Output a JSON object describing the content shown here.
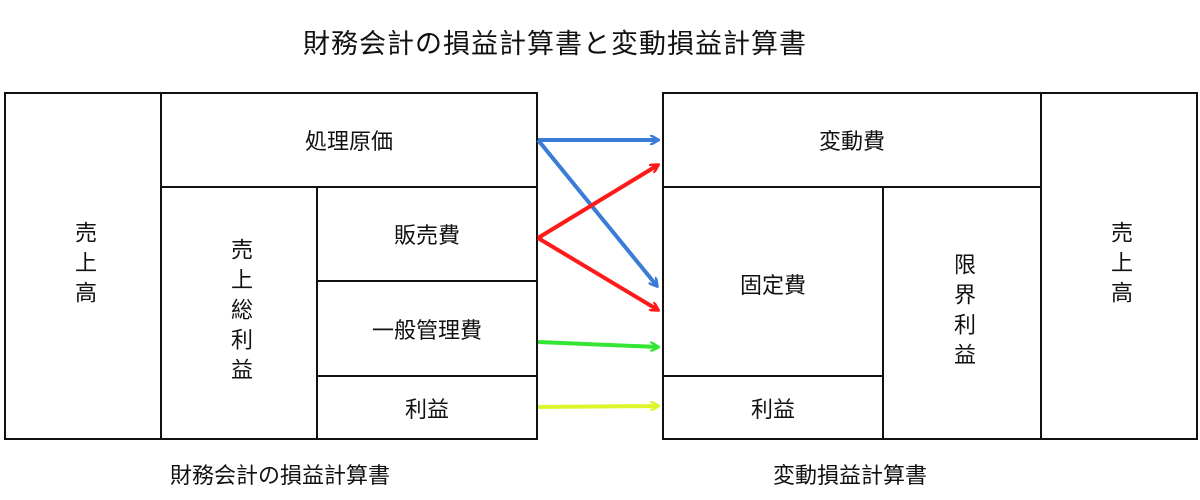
{
  "title": "財務会計の損益計算書と変動損益計算書",
  "left": {
    "caption": "財務会計の損益計算書",
    "sales": "売上高",
    "cost_of_sales": "処理原価",
    "gross_profit": "売上総利益",
    "selling_expenses": "販売費",
    "general_admin_expenses": "一般管理費",
    "profit": "利益"
  },
  "right": {
    "caption": "変動損益計算書",
    "variable_costs": "変動費",
    "fixed_costs": "固定費",
    "profit": "利益",
    "marginal_profit": "限界利益",
    "sales": "売上高"
  },
  "arrow_colors": {
    "blue": "#3a7bd5",
    "red": "#ff1a1a",
    "green": "#33e633",
    "yellow": "#ddf52a"
  }
}
